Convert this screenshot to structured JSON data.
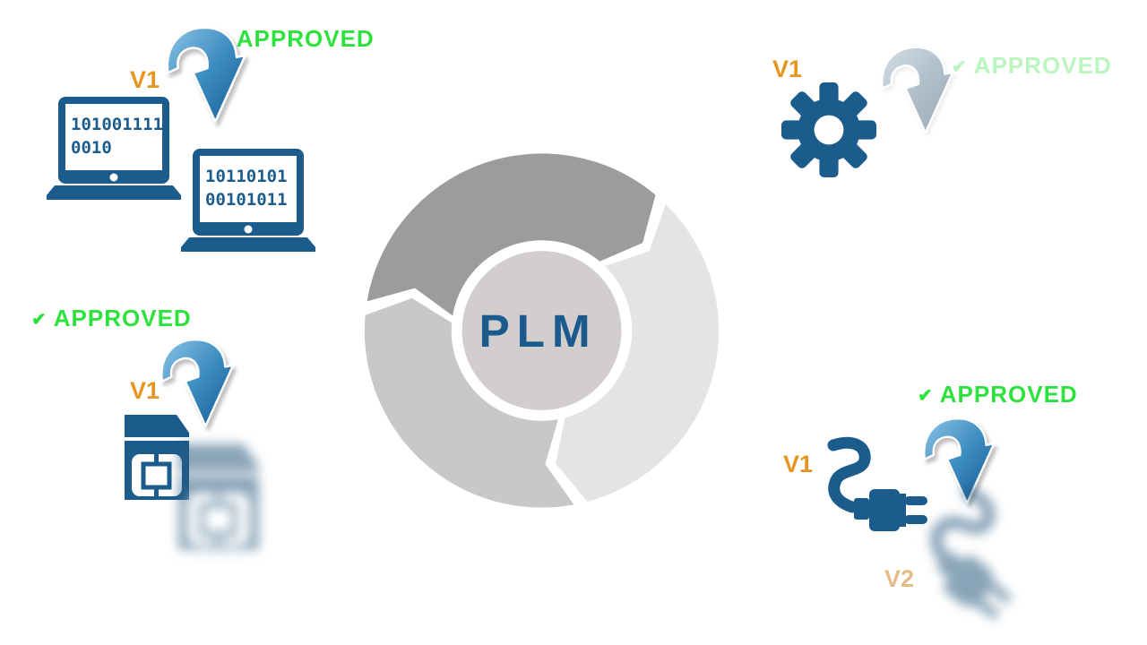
{
  "title": "PLM",
  "colors": {
    "icon_blue": "#1b5c8c",
    "approved_green": "#2ee23e",
    "version_orange": "#e8951f",
    "faded_version_tan": "#dfb172",
    "arc_dark": "#9c9c9c",
    "arc_light": "#e4e4e4",
    "arc_medium": "#c8c8c8",
    "hub_gray": "#d2cecd",
    "plm_text_blue": "#1a5a8c"
  },
  "badges": {
    "check": "✔",
    "approved": "APPROVED"
  },
  "stations": {
    "software": {
      "version": "V1",
      "laptop_v1": {
        "binary_line1": "101001111",
        "binary_line2": "0010"
      },
      "laptop_v2": {
        "binary_line1": "10110101",
        "binary_line2": "00101011"
      }
    },
    "mechanical": {
      "version": "V1"
    },
    "cad": {
      "version": "V1"
    },
    "electrical": {
      "version": "V1",
      "next_version": "V2"
    }
  }
}
